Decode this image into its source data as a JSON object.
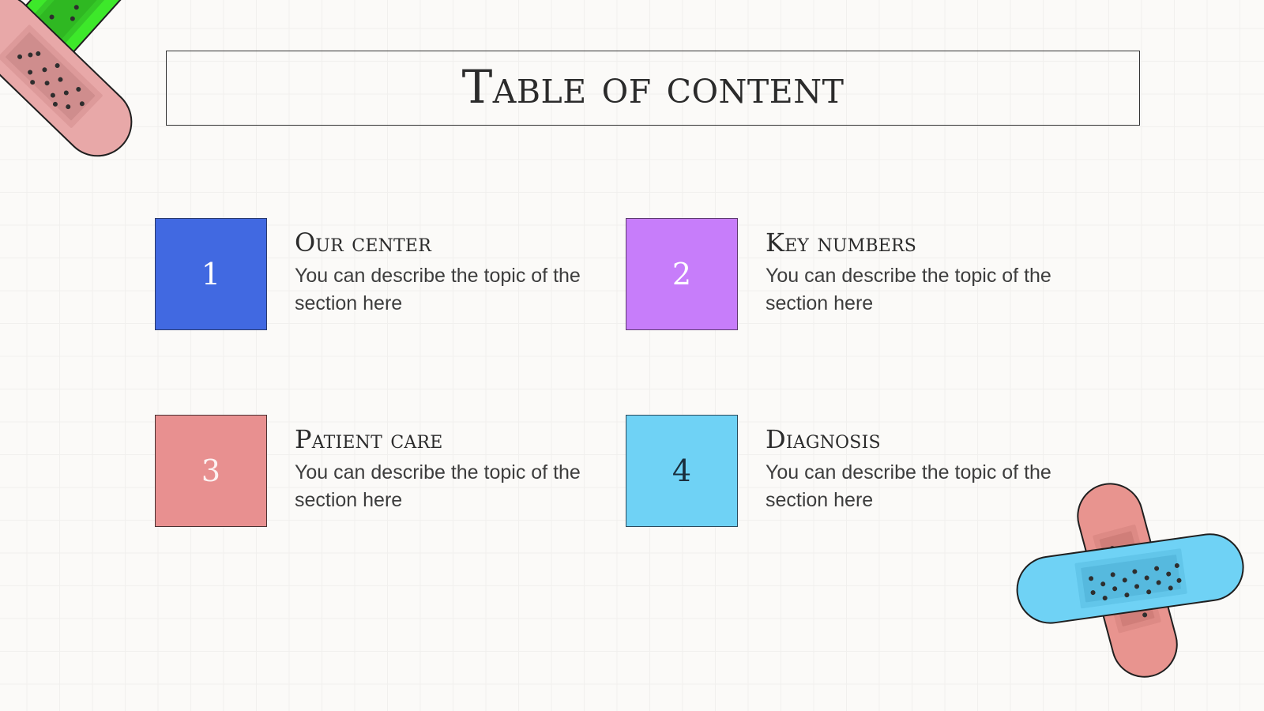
{
  "slide": {
    "title": "Table of content",
    "background_color": "#fbfaf8",
    "grid_line_color": "#f1f0ee",
    "title_frame_border_color": "#333333"
  },
  "toc": {
    "items": [
      {
        "number": "1",
        "heading": "Our center",
        "description": "You can describe the topic of the section here",
        "box_color": "#4169e1",
        "number_color": "#ffffff"
      },
      {
        "number": "2",
        "heading": "Key numbers",
        "description": "You can describe the topic of the section here",
        "box_color": "#c77dfa",
        "number_color": "#ffffff"
      },
      {
        "number": "3",
        "heading": "Patient care",
        "description": "You can describe the topic of the section here",
        "box_color": "#e89090",
        "number_color": "#fdf2f2"
      },
      {
        "number": "4",
        "heading": "Diagnosis",
        "description": "You can describe the topic of the section here",
        "box_color": "#6fd2f5",
        "number_color": "#1a2e3d"
      }
    ]
  },
  "decorations": {
    "top_left": {
      "name": "crossed-bandages-top-left",
      "bandages": [
        {
          "color_name": "green-bandage",
          "color": "#3de82a",
          "pad_color": "#34c425"
        },
        {
          "color_name": "pink-bandage",
          "color": "#e8a8a8",
          "pad_color": "#cf8f8f"
        }
      ]
    },
    "bottom_right": {
      "name": "crossed-bandages-bottom-right",
      "bandages": [
        {
          "color_name": "pink-bandage",
          "color": "#e8948f",
          "pad_color": "#d07e79"
        },
        {
          "color_name": "blue-bandage",
          "color": "#6fd2f5",
          "pad_color": "#59bade"
        }
      ]
    }
  }
}
